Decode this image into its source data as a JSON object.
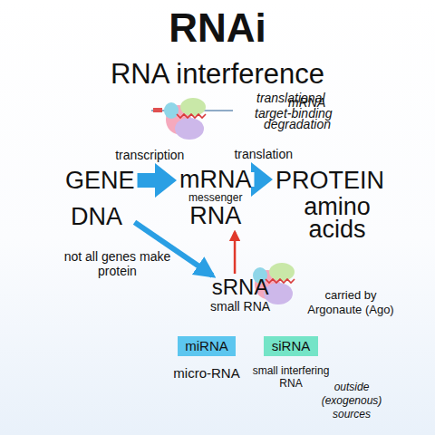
{
  "diagram": {
    "title": "RNAi",
    "nodes": [
      {
        "text": [
          "GENE",
          "DNA"
        ]
      },
      {
        "text": [
          "mRNA",
          "messenger",
          "RNA"
        ]
      },
      {
        "text": [
          "PROTEIN",
          "amino acids"
        ]
      },
      {
        "text": [
          "sRNA",
          "small RNA"
        ]
      },
      {
        "text": [
          "miRNA",
          "micro-RNA"
        ]
      },
      {
        "text": [
          "siRNA",
          "small interfering RNA"
        ]
      }
    ],
    "edges": [
      {
        "from": 0,
        "to": 1,
        "label": "transcription",
        "arrow": "to"
      },
      {
        "from": 1,
        "to": 2,
        "label": "translation",
        "arrow": "to"
      },
      {
        "from": 0,
        "to": 3,
        "label": "not all genes make protein",
        "arrow": "to"
      },
      {
        "from": 3,
        "to": 1,
        "arrow": "to"
      }
    ],
    "labels": [
      "RNA interference",
      "translational",
      "mRNA",
      "target-binding",
      "degradation",
      "carried by Argonaute (Ago)",
      "outside (exogenous) sources"
    ]
  }
}
